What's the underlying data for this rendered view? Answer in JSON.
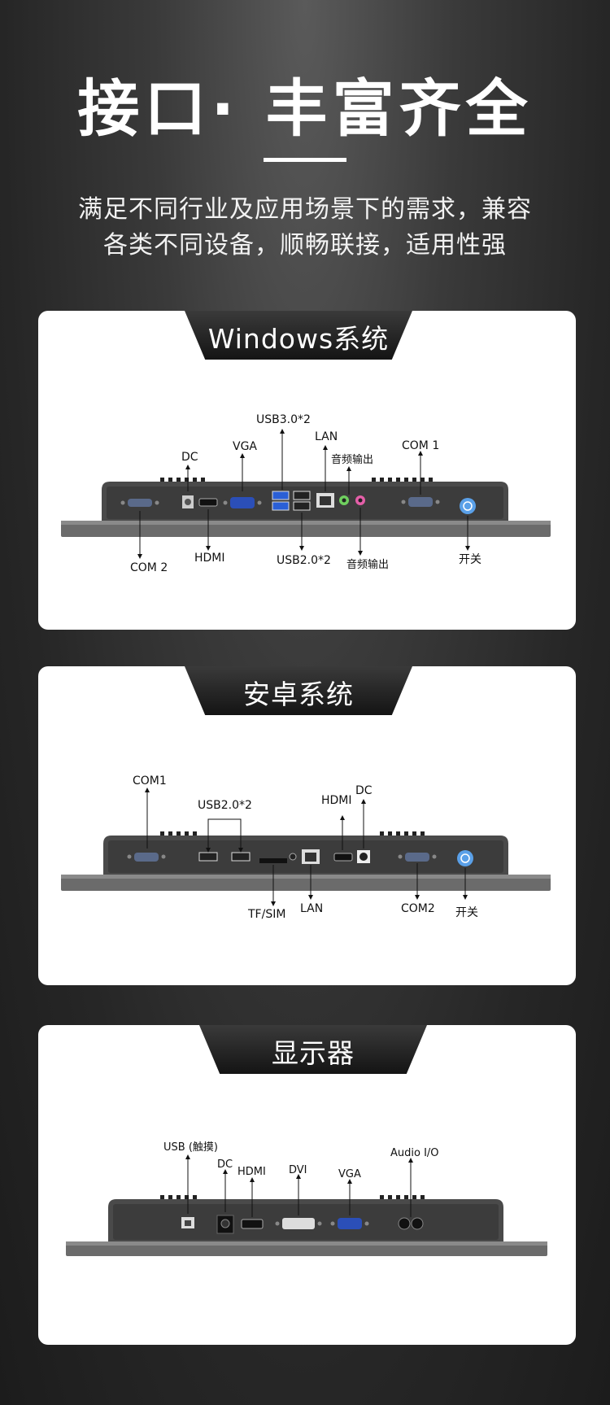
{
  "hero": {
    "title": "接口· 丰富齐全",
    "subtitle_line1": "满足不同行业及应用场景下的需求，兼容",
    "subtitle_line2": "各类不同设备，顺畅联接，适用性强"
  },
  "windows": {
    "tab": "Windows系统",
    "labels": {
      "dc": "DC",
      "vga": "VGA",
      "usb30": "USB3.0*2",
      "lan": "LAN",
      "audio_top": "音频输出",
      "com1": "COM 1",
      "com2": "COM 2",
      "hdmi": "HDMI",
      "usb20": "USB2.0*2",
      "audio_bottom": "音频输出",
      "power": "开关"
    }
  },
  "android": {
    "tab": "安卓系统",
    "labels": {
      "com1": "COM1",
      "usb20": "USB2.0*2",
      "hdmi": "HDMI",
      "dc": "DC",
      "tfsim": "TF/SIM",
      "lan": "LAN",
      "com2": "COM2",
      "power": "开关"
    }
  },
  "display": {
    "tab": "显示器",
    "labels": {
      "usb": "USB (触摸)",
      "dc": "DC",
      "hdmi": "HDMI",
      "dvi": "DVI",
      "vga": "VGA",
      "audio": "Audio I/O"
    }
  }
}
